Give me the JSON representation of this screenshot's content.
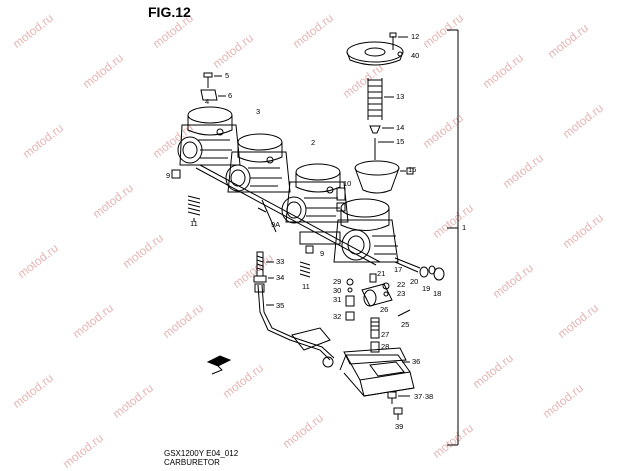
{
  "figure": {
    "title": "FIG.12"
  },
  "footer": {
    "model_code": "GSX1200Y E04_012",
    "caption": "CARBURETOR"
  },
  "watermark": {
    "text": "motod.ru",
    "color": "#e6b5b5"
  },
  "callouts": [
    {
      "id": "1",
      "label": "1"
    },
    {
      "id": "2",
      "label": "2"
    },
    {
      "id": "3",
      "label": "3"
    },
    {
      "id": "4",
      "label": "4"
    },
    {
      "id": "5",
      "label": "5"
    },
    {
      "id": "6",
      "label": "6"
    },
    {
      "id": "9",
      "label": "9"
    },
    {
      "id": "9b",
      "label": "9"
    },
    {
      "id": "9a",
      "label": "9A"
    },
    {
      "id": "10",
      "label": "10"
    },
    {
      "id": "11",
      "label": "11"
    },
    {
      "id": "11b",
      "label": "11"
    },
    {
      "id": "12",
      "label": "12"
    },
    {
      "id": "13",
      "label": "13"
    },
    {
      "id": "14",
      "label": "14"
    },
    {
      "id": "15",
      "label": "15"
    },
    {
      "id": "16",
      "label": "16"
    },
    {
      "id": "17",
      "label": "17"
    },
    {
      "id": "18",
      "label": "18"
    },
    {
      "id": "19",
      "label": "19"
    },
    {
      "id": "20",
      "label": "20"
    },
    {
      "id": "21",
      "label": "21"
    },
    {
      "id": "22",
      "label": "22"
    },
    {
      "id": "23",
      "label": "23"
    },
    {
      "id": "25",
      "label": "25"
    },
    {
      "id": "26",
      "label": "26"
    },
    {
      "id": "27",
      "label": "27"
    },
    {
      "id": "28",
      "label": "28"
    },
    {
      "id": "29",
      "label": "29"
    },
    {
      "id": "30",
      "label": "30"
    },
    {
      "id": "31",
      "label": "31"
    },
    {
      "id": "32",
      "label": "32"
    },
    {
      "id": "33",
      "label": "33"
    },
    {
      "id": "34",
      "label": "34"
    },
    {
      "id": "35",
      "label": "35"
    },
    {
      "id": "36",
      "label": "36"
    },
    {
      "id": "37-38",
      "label": "37·38"
    },
    {
      "id": "39",
      "label": "39"
    },
    {
      "id": "40",
      "label": "40"
    }
  ]
}
